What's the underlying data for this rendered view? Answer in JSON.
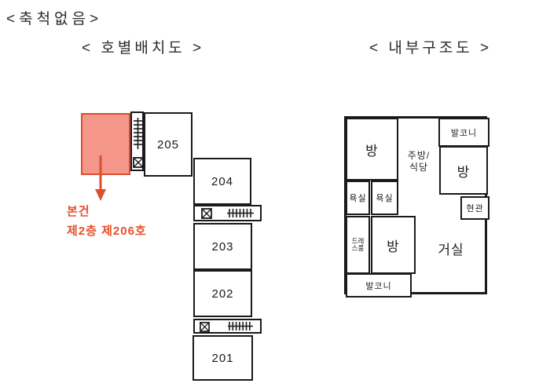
{
  "titles": {
    "scale_note": "<축척없음>",
    "unit_layout": "< 호별배치도 >",
    "floor_plan": "< 내부구조도 >"
  },
  "unit_layout": {
    "units": [
      {
        "label": "205"
      },
      {
        "label": "204"
      },
      {
        "label": "203"
      },
      {
        "label": "202"
      },
      {
        "label": "201"
      }
    ],
    "highlight_note": {
      "line1": "본건",
      "line2": "제2층 제206호"
    },
    "icons": {
      "stairs": "stairs-icon",
      "elevator": "elevator-icon",
      "pointer": "down-arrow-icon"
    }
  },
  "floor_plan": {
    "rooms": {
      "room_top_left": "방",
      "kitchen_line1": "주방/",
      "kitchen_line2": "식당",
      "balcony_top": "발코니",
      "room_right": "방",
      "entrance": "현관",
      "bath_left": "욕실",
      "bath_right": "욕실",
      "dressroom_line1": "드레",
      "dressroom_line2": "스룸",
      "room_bottom": "방",
      "living_room": "거실",
      "balcony_bottom": "발코니"
    }
  },
  "colors": {
    "highlight_fill": "#f5968b",
    "highlight_stroke": "#dd4f2c",
    "accent_text": "#e8502a",
    "wall": "#1a1a1a",
    "title_text": "#2b2b2b"
  }
}
